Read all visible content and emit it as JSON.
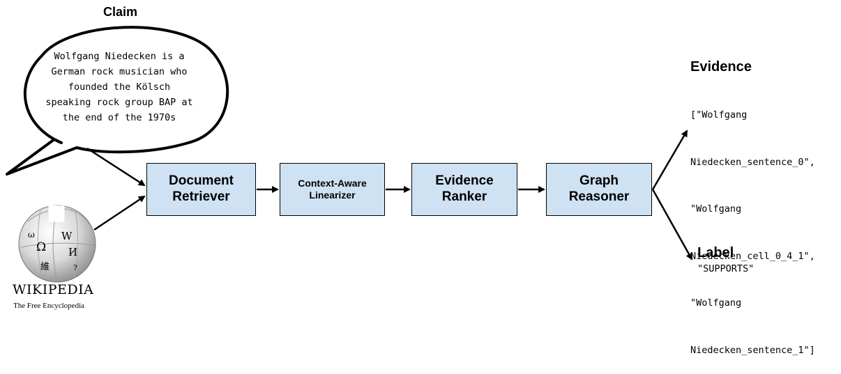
{
  "claim": {
    "heading": "Claim",
    "text_lines": [
      "Wolfgang Niedecken is a",
      "German rock musician who",
      "founded the Kölsch",
      "speaking rock group BAP at",
      "the end of the 1970s"
    ]
  },
  "pipeline": [
    {
      "line1": "Document",
      "line2": "Retriever"
    },
    {
      "line1": "Context-Aware",
      "line2": "Linearizer"
    },
    {
      "line1": "Evidence",
      "line2": "Ranker"
    },
    {
      "line1": "Graph",
      "line2": "Reasoner"
    }
  ],
  "evidence": {
    "heading": "Evidence",
    "lines": [
      "[\"Wolfgang",
      "Niedecken_sentence_0\",",
      "\"Wolfgang",
      "Niedecken_cell_0_4_1\",",
      "\"Wolfgang",
      "Niedecken_sentence_1\"]"
    ]
  },
  "label": {
    "heading": "Label",
    "value": "\"SUPPORTS\""
  },
  "wikipedia": {
    "wordmark": "WIKIPEDIA",
    "tagline": "The Free Encyclopedia",
    "glyphs": [
      "Ω",
      "W",
      "И",
      "維",
      "ω",
      "?"
    ]
  },
  "colors": {
    "box_fill": "#cfe2f3",
    "stroke": "#000000"
  }
}
